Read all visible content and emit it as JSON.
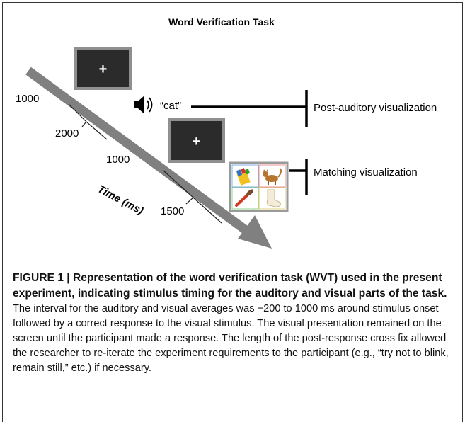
{
  "figure": {
    "title": "Word Verification Task",
    "timeline_label": "Time (ms)",
    "durations": [
      "1000",
      "2000",
      "1000",
      "1500"
    ],
    "fixation_symbol": "+",
    "spoken_word": "“cat”",
    "post_auditory_label": "Post-auditory visualization",
    "matching_label": "Matching visualization",
    "picture_grid": [
      "crayons-picture",
      "cat-picture",
      "brush-picture",
      "sock-picture"
    ],
    "colors": {
      "screen": "#2b2b2b",
      "screen_border": "#8f8f8f",
      "arrow": "#808080",
      "grid_border": "#9a9a9a"
    }
  },
  "caption": {
    "bold": "FIGURE 1 | Representation of the word verification task (WVT) used in the present experiment, indicating stimulus timing for the auditory and visual parts of the task.",
    "text": " The interval for the auditory and visual averages was −200 to 1000 ms around stimulus onset followed by a correct response to the visual stimulus. The visual presentation remained on the screen until the participant made a response. The length of the post-response cross fix allowed the researcher to re-iterate the experiment requirements to the participant (e.g., “try not to blink, remain still,” etc.) if necessary."
  }
}
